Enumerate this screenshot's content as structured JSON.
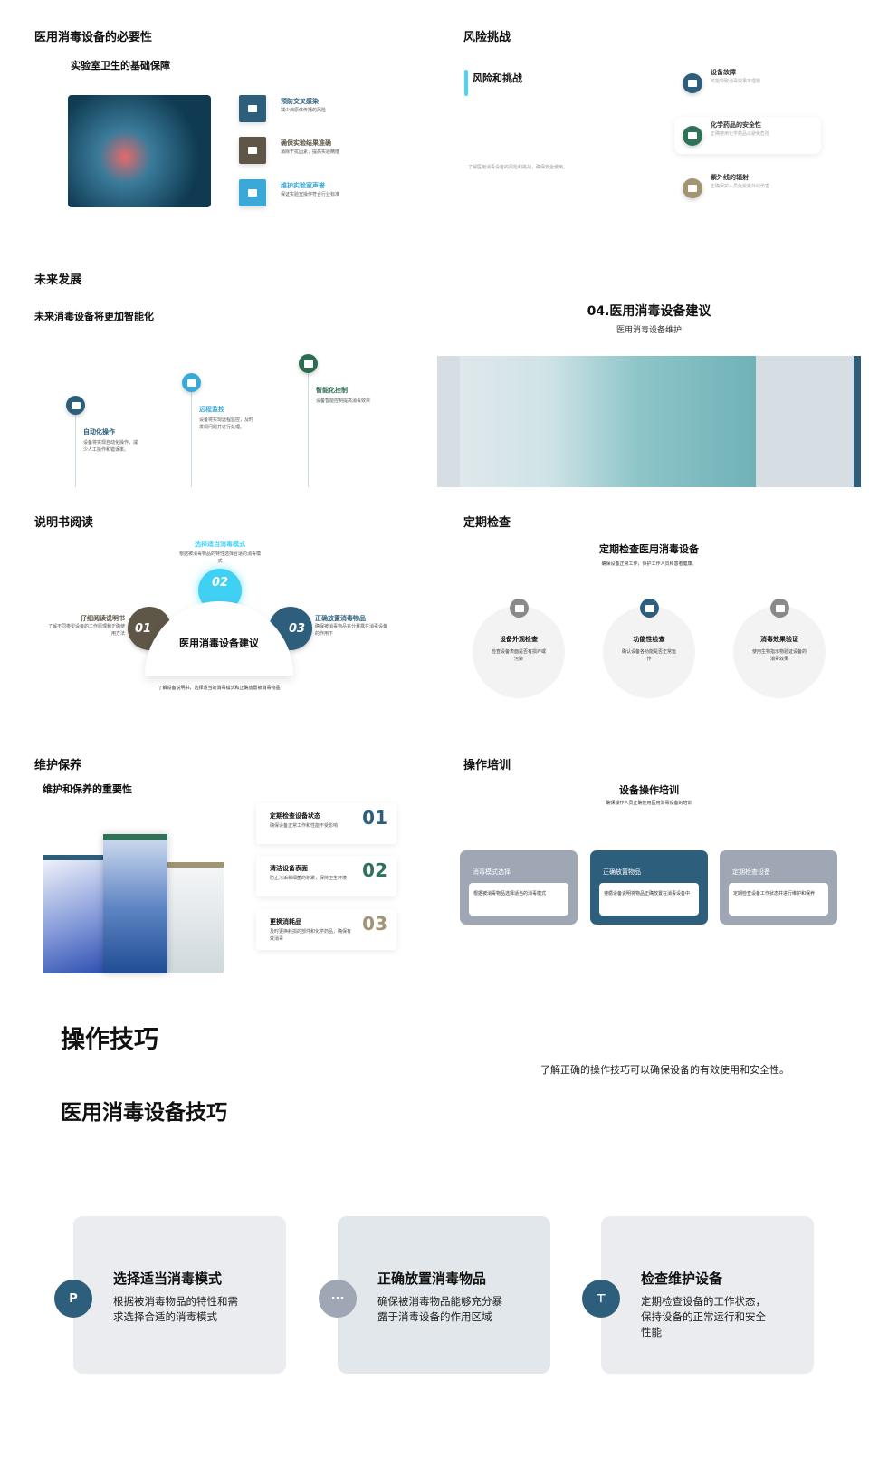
{
  "s1": {
    "title": "医用消毒设备的必要性",
    "subtitle": "实验室卫生的基础保障",
    "items": [
      {
        "title": "预防交叉感染",
        "desc": "减少病原体传播的风险",
        "color": "#2d5f7c"
      },
      {
        "title": "确保实验结果准确",
        "desc": "消除干扰因素，提高实验精度",
        "color": "#5e5646"
      },
      {
        "title": "维护实验室声誉",
        "desc": "保证实验室操作符合行业标准",
        "color": "#3aa9d8"
      }
    ]
  },
  "s2": {
    "title": "风险挑战",
    "heading": "风险和挑战",
    "caption": "了解医用消毒设备的风险和挑战，确保安全使用。",
    "items": [
      {
        "title": "设备故障",
        "desc": "可能导致消毒效果不理想",
        "color": "#2d5f7c"
      },
      {
        "title": "化学药品的安全性",
        "desc": "正确使用化学药品以避免危险",
        "color": "#2e7358"
      },
      {
        "title": "紫外线的辐射",
        "desc": "正确保护人员免受紫外线伤害",
        "color": "#a39473"
      }
    ]
  },
  "s3": {
    "title": "未来发展",
    "subtitle": "未来消毒设备将更加智能化",
    "items": [
      {
        "title": "自动化操作",
        "desc": "设备将实现自动化操作，减少人工操作和错误率。",
        "color": "#2d5f7c"
      },
      {
        "title": "远程监控",
        "desc": "设备将实现远程监控，及时发现问题并进行处理。",
        "color": "#3aa9d8"
      },
      {
        "title": "智能化控制",
        "desc": "设备智能控制提高消毒效果",
        "color": "#2e6b50"
      }
    ]
  },
  "s4": {
    "title": "04.医用消毒设备建议",
    "subtitle": "医用消毒设备维护"
  },
  "s5": {
    "title": "说明书阅读",
    "center": "医用消毒设备建议",
    "caption": "了解设备说明书，选择适当的消毒模式和正确放置被消毒物品",
    "items": [
      {
        "num": "01",
        "title": "仔细阅读说明书",
        "desc": "了解不同类型设备的工作原理和正确使用方法",
        "color": "#5e5646"
      },
      {
        "num": "02",
        "title": "选择适当消毒模式",
        "desc": "根据被消毒物品的特性选择合适的消毒模式",
        "color": "#3fd0f4"
      },
      {
        "num": "03",
        "title": "正确放置消毒物品",
        "desc": "确保被消毒物品充分暴露在消毒设备的作用下",
        "color": "#2d5f7c"
      }
    ]
  },
  "s6": {
    "title": "定期检查",
    "heading": "定期检查医用消毒设备",
    "sub": "确保设备正常工作，保护工作人员和患者健康。",
    "items": [
      {
        "title": "设备外观检查",
        "desc": "检查设备表面是否有损坏或污染",
        "color": "#8a8a8a"
      },
      {
        "title": "功能性检查",
        "desc": "确认设备各功能是否正常运作",
        "color": "#2d5f7c"
      },
      {
        "title": "消毒效果验证",
        "desc": "使用生物指示物验证设备的消毒效果",
        "color": "#8a8a8a"
      }
    ]
  },
  "s7": {
    "title": "维护保养",
    "subtitle": "维护和保养的重要性",
    "items": [
      {
        "num": "01",
        "title": "定期检查设备状态",
        "desc": "确保设备正常工作和性能不受影响",
        "color": "#2d5f7c"
      },
      {
        "num": "02",
        "title": "清洁设备表面",
        "desc": "防止污垢和细菌的积聚，保持卫生环境",
        "color": "#2e7358"
      },
      {
        "num": "03",
        "title": "更换消耗品",
        "desc": "及时更换耗损的部件和化学药品，确保有效消毒",
        "color": "#a39473"
      }
    ]
  },
  "s8": {
    "title": "操作培训",
    "heading": "设备操作培训",
    "sub": "确保操作人员正确使用医用消毒设备的培训",
    "items": [
      {
        "title": "消毒模式选择",
        "desc": "根据被消毒物品选择适当的消毒模式",
        "color": "#9ea7b3"
      },
      {
        "title": "正确放置物品",
        "desc": "遵循设备说明将物品正确放置在消毒设备中",
        "color": "#2d5f7c"
      },
      {
        "title": "定期检查设备",
        "desc": "定期检查设备工作状态并进行维护和保养",
        "color": "#9ea7b3"
      }
    ]
  },
  "s9": {
    "title": "操作技巧",
    "caption": "了解正确的操作技巧可以确保设备的有效使用和安全性。",
    "subtitle": "医用消毒设备技巧",
    "items": [
      {
        "title": "选择适当消毒模式",
        "desc": "根据被消毒物品的特性和需求选择合适的消毒模式",
        "icon": "P",
        "color": "#2d5f7c",
        "bg": "#eaecef"
      },
      {
        "title": "正确放置消毒物品",
        "desc": "确保被消毒物品能够充分暴露于消毒设备的作用区域",
        "icon": "···",
        "color": "#9ea7b3",
        "bg": "#e1e7ea"
      },
      {
        "title": "检查维护设备",
        "desc": "定期检查设备的工作状态，保持设备的正常运行和安全性能",
        "icon": "⊤",
        "color": "#2d5f7c",
        "bg": "#eaecef"
      }
    ]
  }
}
